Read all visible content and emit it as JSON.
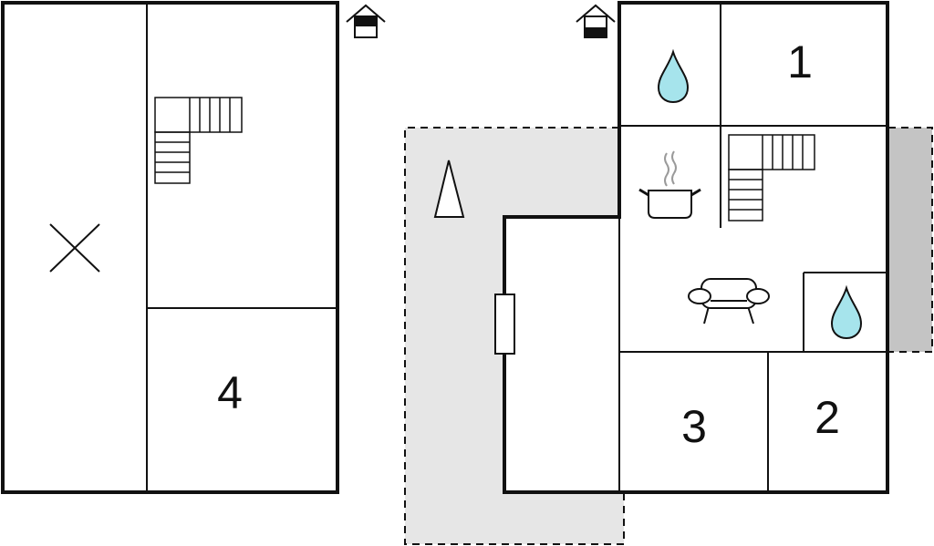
{
  "colors": {
    "wall": "#111111",
    "outdoor_fill": "#e6e6e6",
    "outdoor_fill_dark": "#c4c4c4",
    "water": "#a6e4ec",
    "steam": "#9a9a9a"
  },
  "icons": {
    "level_indicator_upper": "house-upper-floor-icon",
    "level_indicator_ground": "house-ground-floor-icon",
    "staircase": "staircase-icon",
    "water": "water-drop-icon",
    "kitchen": "cooking-pot-icon",
    "living": "sofa-icon",
    "north": "north-arrow-icon",
    "void": "void-cross-icon",
    "door": "door-icon"
  },
  "upper_floor": {
    "rooms": [
      {
        "label": "4"
      }
    ]
  },
  "ground_floor": {
    "rooms": [
      {
        "label": "1"
      },
      {
        "label": "2"
      },
      {
        "label": "3"
      }
    ]
  }
}
